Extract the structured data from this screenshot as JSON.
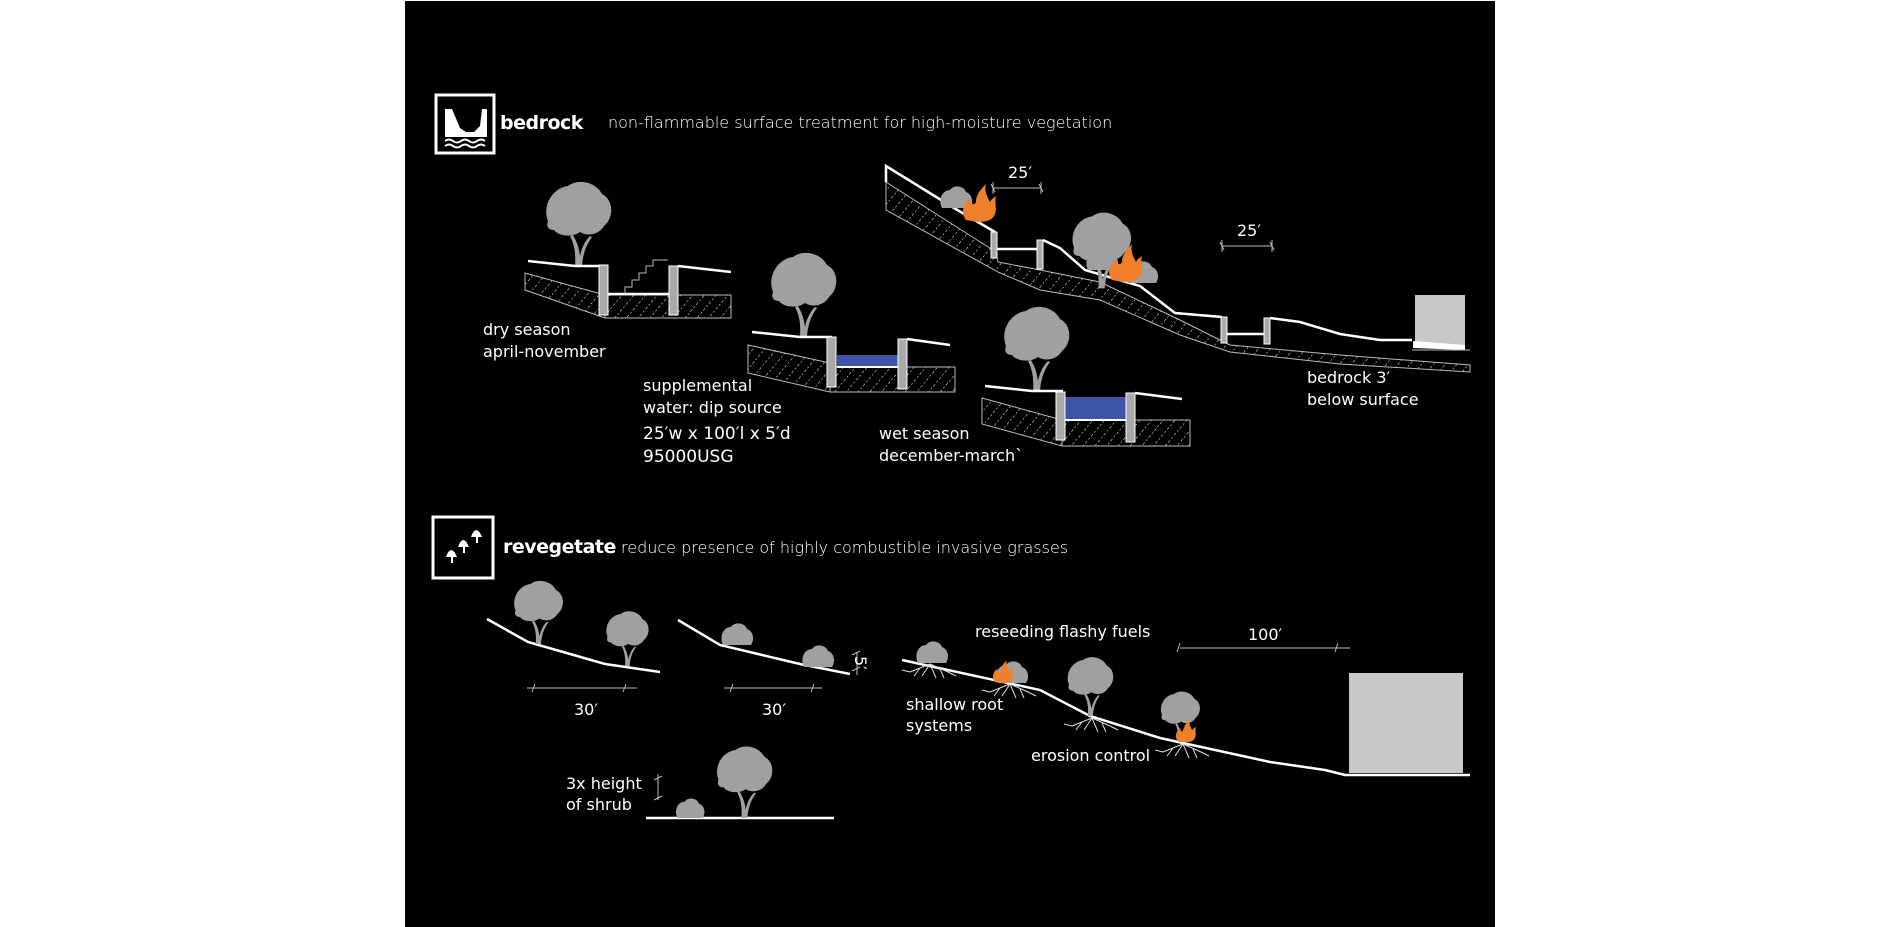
{
  "colors": {
    "background": "#000000",
    "page": "#ffffff",
    "line": "#ffffff",
    "vegetation": "#a0a0a0",
    "wall": "#a9a9a9",
    "water": "#3b55a8",
    "fire": "#ef7f2a",
    "building": "#c8c8c8"
  },
  "sections": {
    "bedrock": {
      "icon": "bedrock-water-icon",
      "title": "bedrock",
      "subtitle": "non-flammable surface treatment for high-moisture vegetation",
      "labels": {
        "dry_season_1": "dry season",
        "dry_season_2": "april-november",
        "supplemental_1": "supplemental",
        "supplemental_2": "water: dip source",
        "dimensions": "25′w x 100′l x 5′d",
        "volume": "95000USG",
        "wet_season_1": "wet season",
        "wet_season_2": "december-march`",
        "bedrock_depth_1": "bedrock 3′",
        "bedrock_depth_2": "below surface",
        "dim_a": "25′",
        "dim_b": "25′"
      }
    },
    "revegetate": {
      "icon": "trees-icon",
      "title": "revegetate",
      "subtitle": "reduce presence of highly combustible invasive grasses",
      "labels": {
        "spacing_trees": "30′",
        "spacing_shrubs": "30′",
        "shrub_height": "5′",
        "reseeding": "reseeding flashy fuels",
        "buffer": "100′",
        "shallow_1": "shallow root",
        "shallow_2": "systems",
        "erosion": "erosion control",
        "ratio_1": "3x height",
        "ratio_2": "of shrub"
      }
    }
  }
}
